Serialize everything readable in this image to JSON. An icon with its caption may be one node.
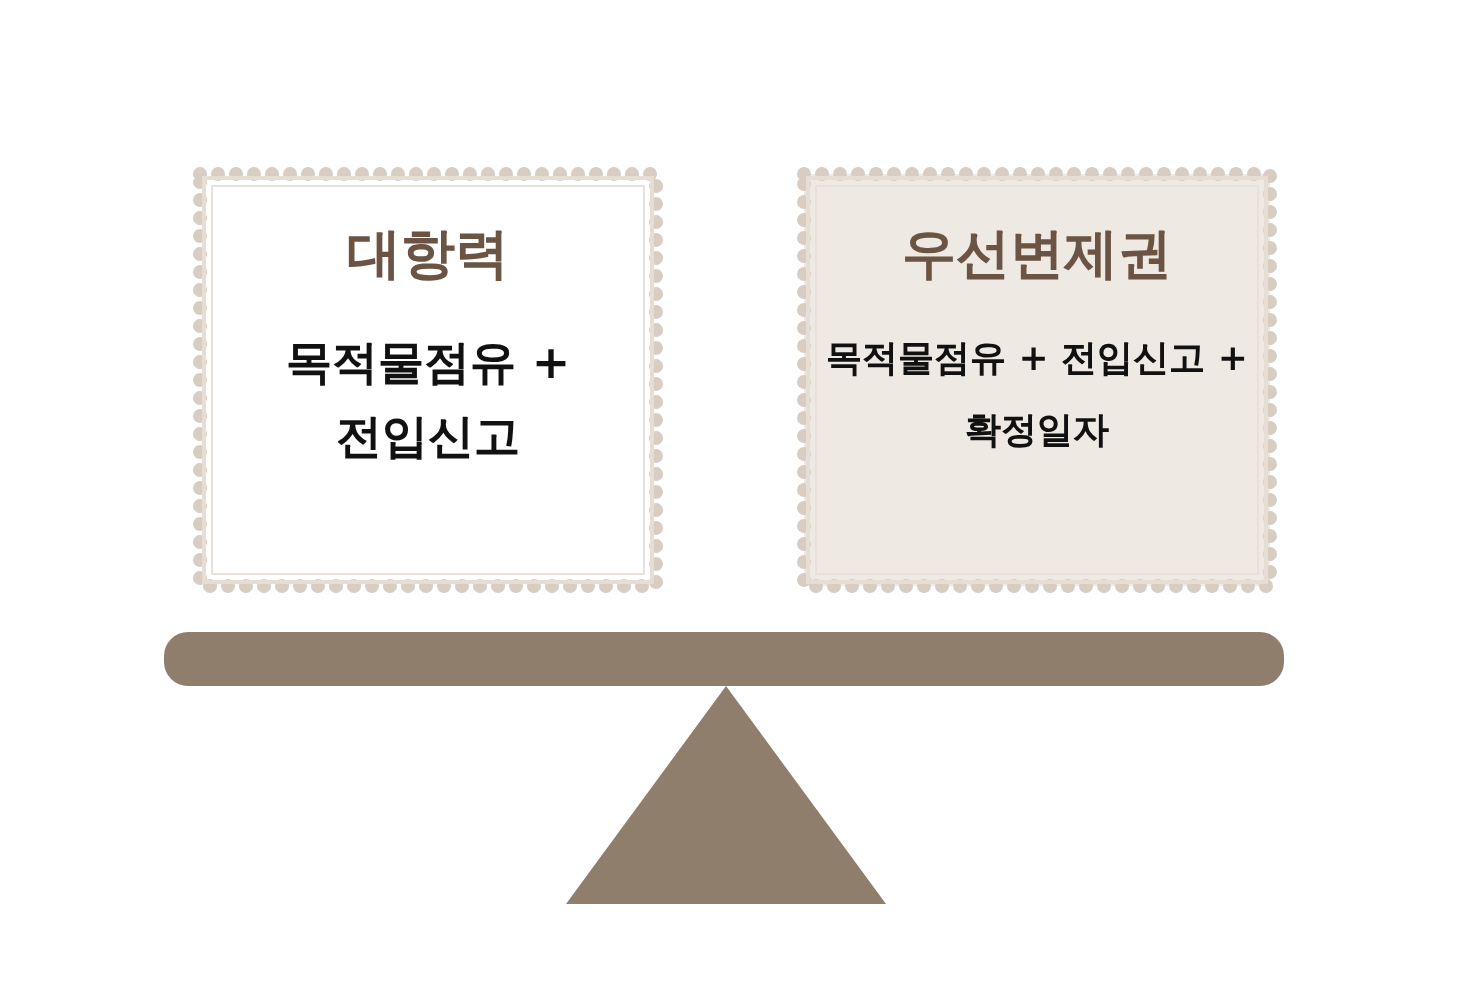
{
  "diagram": {
    "nodes": [
      {
        "text": [
          "대항력",
          "목적물점유 + 전입신고"
        ]
      },
      {
        "text": [
          "우선변제권",
          "목적물점유 + 전입신고 + 확정일자"
        ]
      }
    ]
  }
}
